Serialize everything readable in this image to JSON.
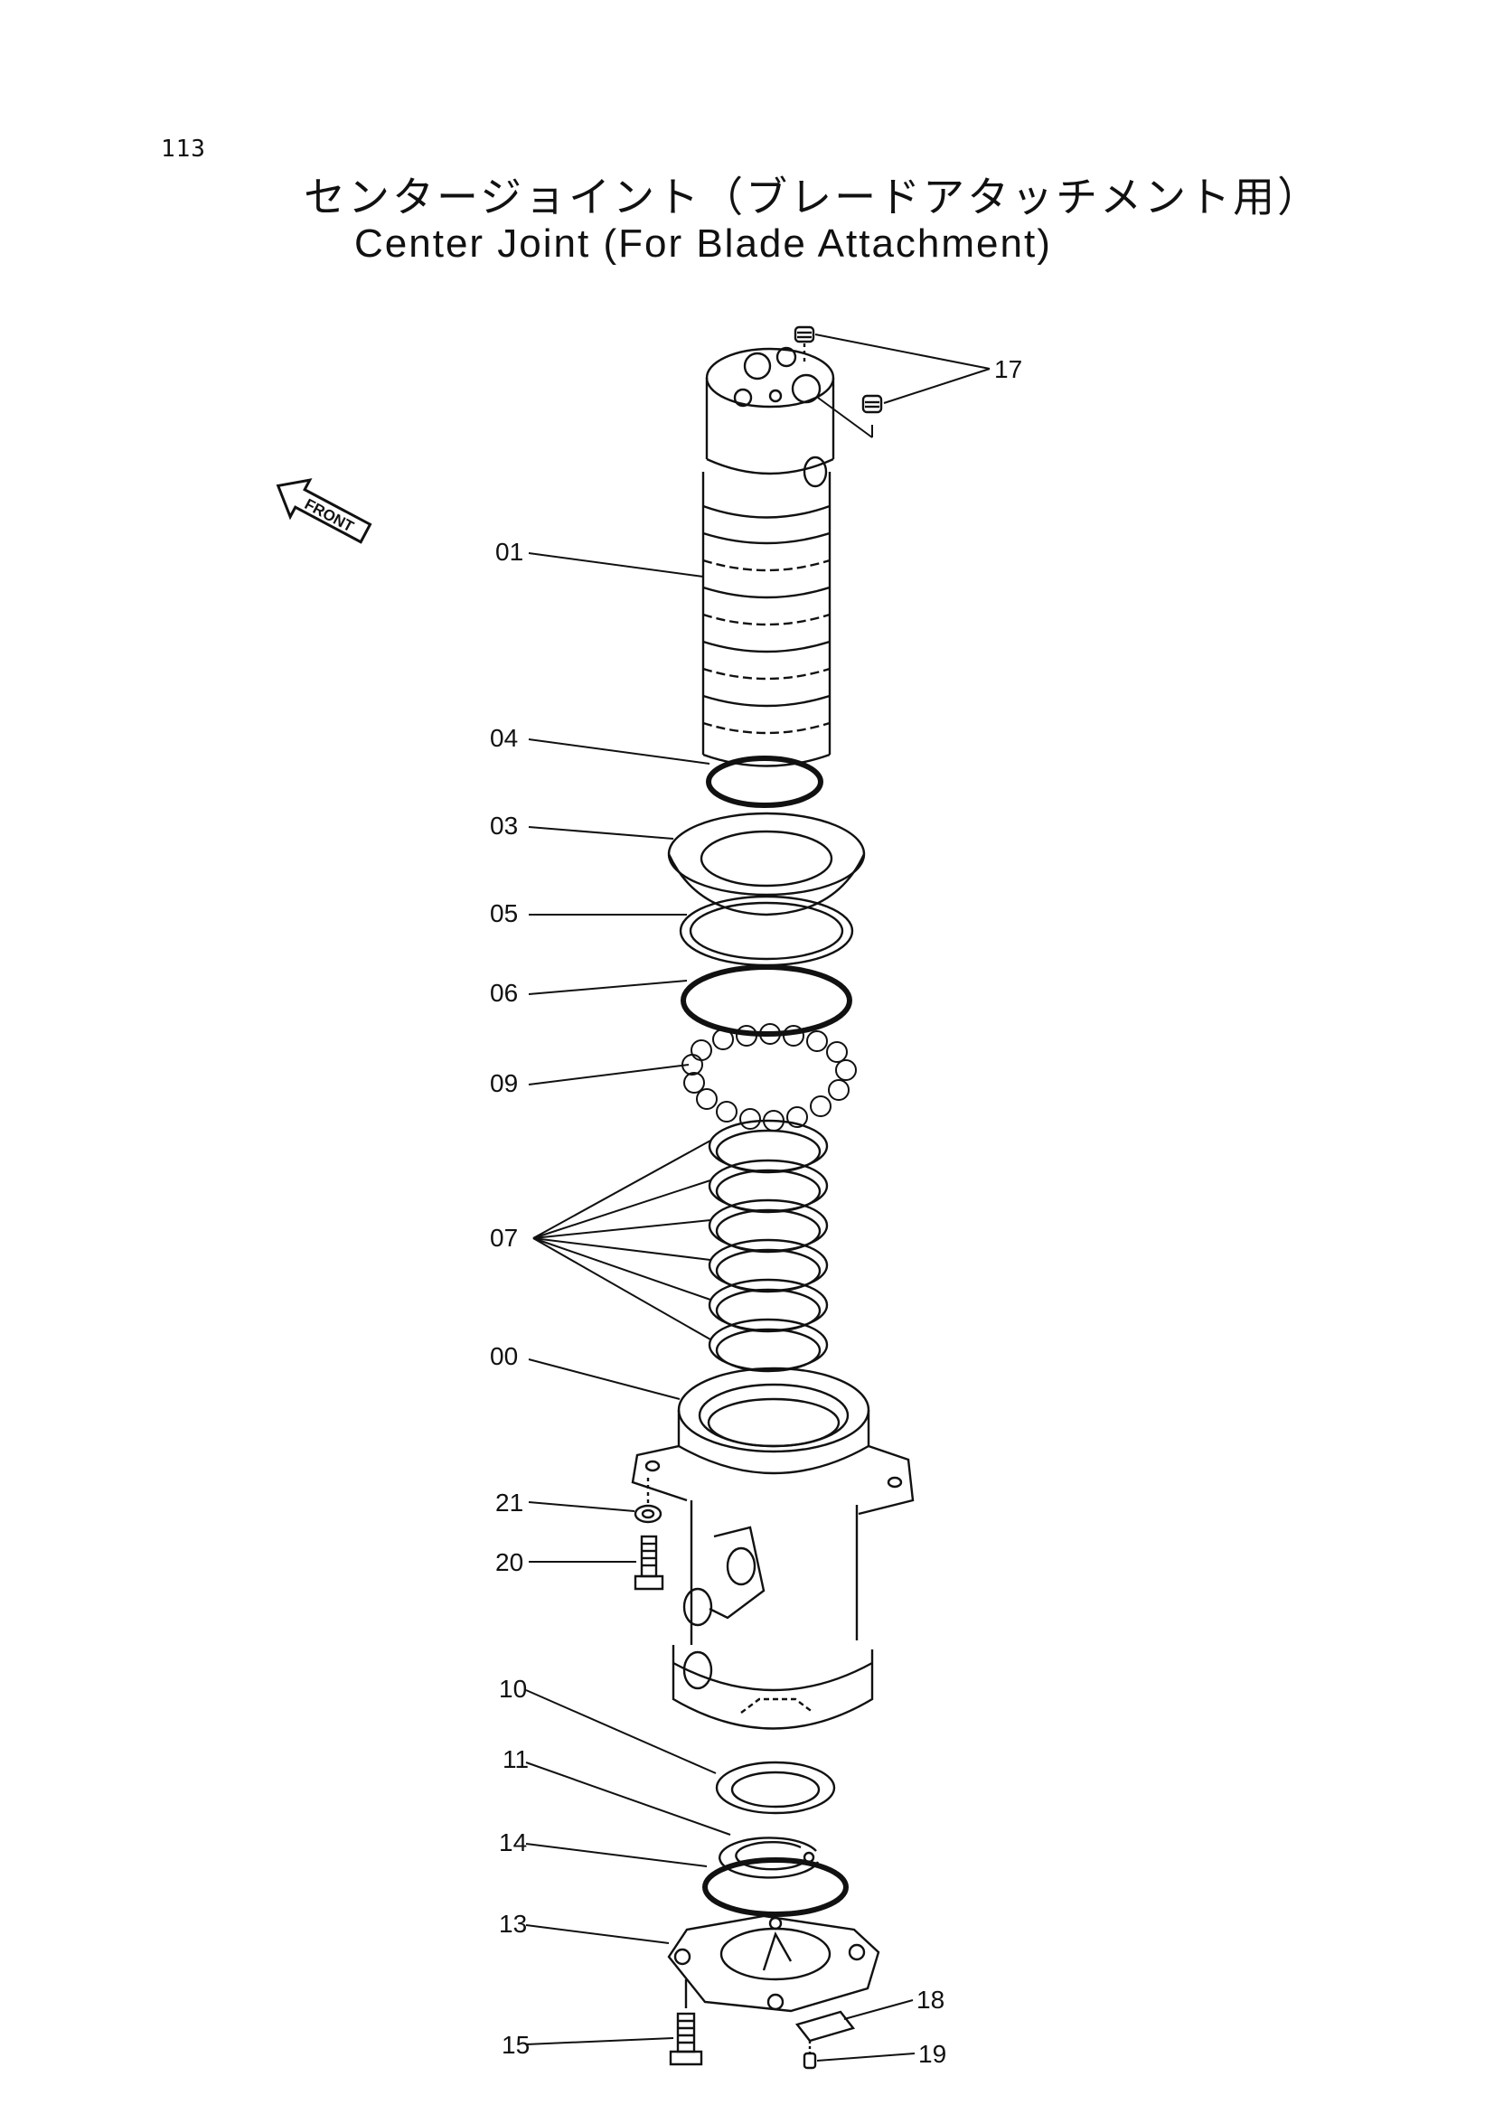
{
  "page_number": "113",
  "title_ja": "センタージョイント（ブレードアタッチメント用）",
  "title_en": "Center Joint (For Blade Attachment)",
  "front_arrow": "FRONT",
  "callouts": [
    {
      "id": "01",
      "text": "01"
    },
    {
      "id": "04",
      "text": "04"
    },
    {
      "id": "03",
      "text": "03"
    },
    {
      "id": "05",
      "text": "05"
    },
    {
      "id": "06",
      "text": "06"
    },
    {
      "id": "09",
      "text": "09"
    },
    {
      "id": "07",
      "text": "07"
    },
    {
      "id": "00",
      "text": "00"
    },
    {
      "id": "21",
      "text": "21"
    },
    {
      "id": "20",
      "text": "20"
    },
    {
      "id": "10",
      "text": "10"
    },
    {
      "id": "11",
      "text": "11"
    },
    {
      "id": "14",
      "text": "14"
    },
    {
      "id": "13",
      "text": "13"
    },
    {
      "id": "15",
      "text": "15"
    },
    {
      "id": "17",
      "text": "17"
    },
    {
      "id": "18",
      "text": "18"
    },
    {
      "id": "19",
      "text": "19"
    }
  ]
}
